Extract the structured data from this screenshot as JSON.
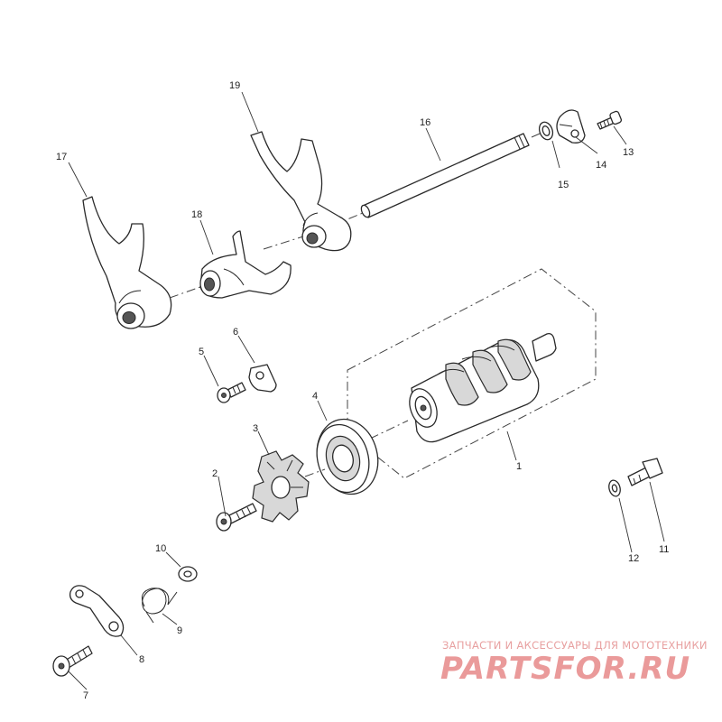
{
  "diagram": {
    "callouts": [
      "1",
      "2",
      "3",
      "4",
      "5",
      "6",
      "7",
      "8",
      "9",
      "10",
      "11",
      "12",
      "13",
      "14",
      "15",
      "16",
      "17",
      "18",
      "19"
    ]
  },
  "watermark": {
    "tagline": "ЗАПЧАСТИ И АКСЕССУАРЫ ДЛЯ МОТОТЕХНИКИ",
    "brand": "PARTSFOR.RU"
  },
  "colors": {
    "watermark": "#ea9a9a",
    "line": "#2a2a2a",
    "background": "#ffffff"
  }
}
